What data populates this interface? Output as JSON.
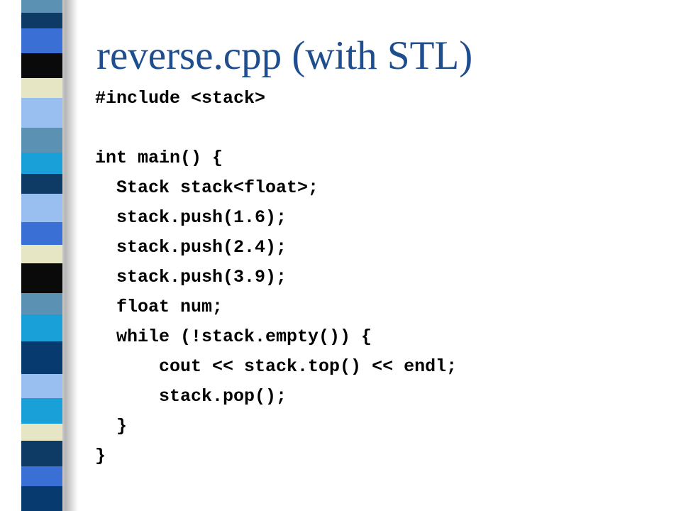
{
  "slide": {
    "title": "reverse.cpp (with STL)",
    "code_lines": [
      "#include <stack>",
      "",
      "int main() {",
      "  Stack stack<float>;",
      "  stack.push(1.6);",
      "  stack.push(2.4);",
      "  stack.push(3.9);",
      "  float num;",
      "  while (!stack.empty()) {",
      "      cout << stack.top() << endl;",
      "      stack.pop();",
      "  }",
      "}"
    ]
  },
  "colors": {
    "title": "#1f4e8f",
    "stripe_palette": [
      "#0a0a0a",
      "#5b91b3",
      "#0e3a66",
      "#3a6fd6",
      "#e6e6c4",
      "#98bfef",
      "#1aa0d8",
      "#073b6f"
    ]
  }
}
